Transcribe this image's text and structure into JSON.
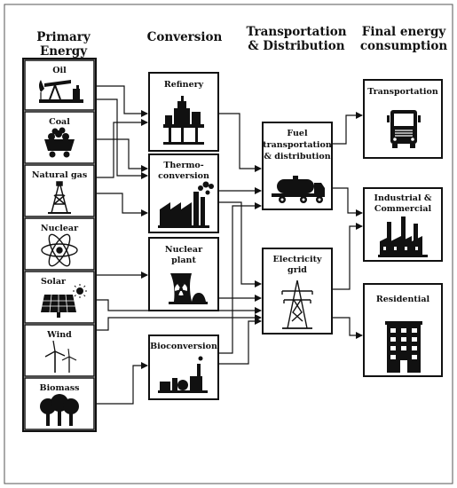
{
  "headers": {
    "primary": "Primary Energy",
    "conversion": "Conversion",
    "transport_line1": "Transportation",
    "transport_line2": "& Distribution",
    "final_line1": "Final energy",
    "final_line2": "consumption"
  },
  "primary": {
    "oil": "Oil",
    "coal": "Coal",
    "natural_gas": "Natural gas",
    "nuclear": "Nuclear",
    "solar": "Solar",
    "wind": "Wind",
    "biomass": "Biomass"
  },
  "conversion": {
    "refinery": "Refinery",
    "thermo_line1": "Thermo-",
    "thermo_line2": "conversion",
    "nuclear_line1": "Nuclear",
    "nuclear_line2": "plant",
    "bio": "Bioconversion"
  },
  "distribution": {
    "fuel_line1": "Fuel",
    "fuel_line2": "transportation",
    "fuel_line3": "& distribution",
    "grid_line1": "Electricity",
    "grid_line2": "grid"
  },
  "final": {
    "transportation": "Transportation",
    "industrial_line1": "Industrial &",
    "industrial_line2": "Commercial",
    "residential": "Residential"
  }
}
